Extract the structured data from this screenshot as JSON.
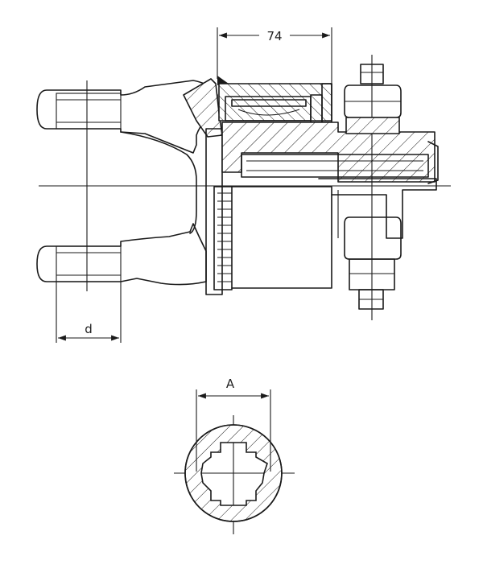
{
  "dimensions": {
    "length_label": "74",
    "yoke_width_label": "d",
    "spline_width_label": "A"
  }
}
